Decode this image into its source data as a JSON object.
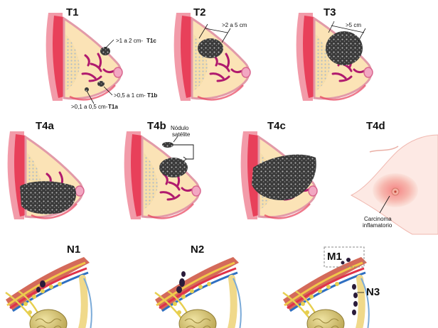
{
  "panels": {
    "t1": {
      "label": "T1",
      "annotations": {
        "t1c_size": ">1 a 2 cm-",
        "t1c_tag": "T1c",
        "t1b_size": ">0,5 a 1 cm-",
        "t1b_tag": "T1b",
        "t1a_size": ">0,1 a 0,5 cm-",
        "t1a_tag": "T1a"
      }
    },
    "t2": {
      "label": "T2",
      "annotations": {
        "size": ">2 a 5 cm"
      }
    },
    "t3": {
      "label": "T3",
      "annotations": {
        "size": ">5 cm"
      }
    },
    "t4a": {
      "label": "T4a"
    },
    "t4b": {
      "label": "T4b",
      "annotations": {
        "nodule_line1": "Nódulo",
        "nodule_line2": "satélite"
      }
    },
    "t4c": {
      "label": "T4c"
    },
    "t4d": {
      "label": "T4d",
      "annotations": {
        "line1": "Carcinoma",
        "line2": "inflamatorio"
      }
    },
    "n1": {
      "label": "N1"
    },
    "n2": {
      "label": "N2"
    },
    "n3": {
      "label": "N3",
      "extra_label": "M1"
    }
  },
  "colors": {
    "skin": "#fbe3b6",
    "skin_outline": "#e29aa8",
    "muscle": "#e8405a",
    "duct": "#b01a6e",
    "tumor": "#3b3b3b",
    "lymph": "#e7cf50",
    "node": "#d9c56b"
  }
}
